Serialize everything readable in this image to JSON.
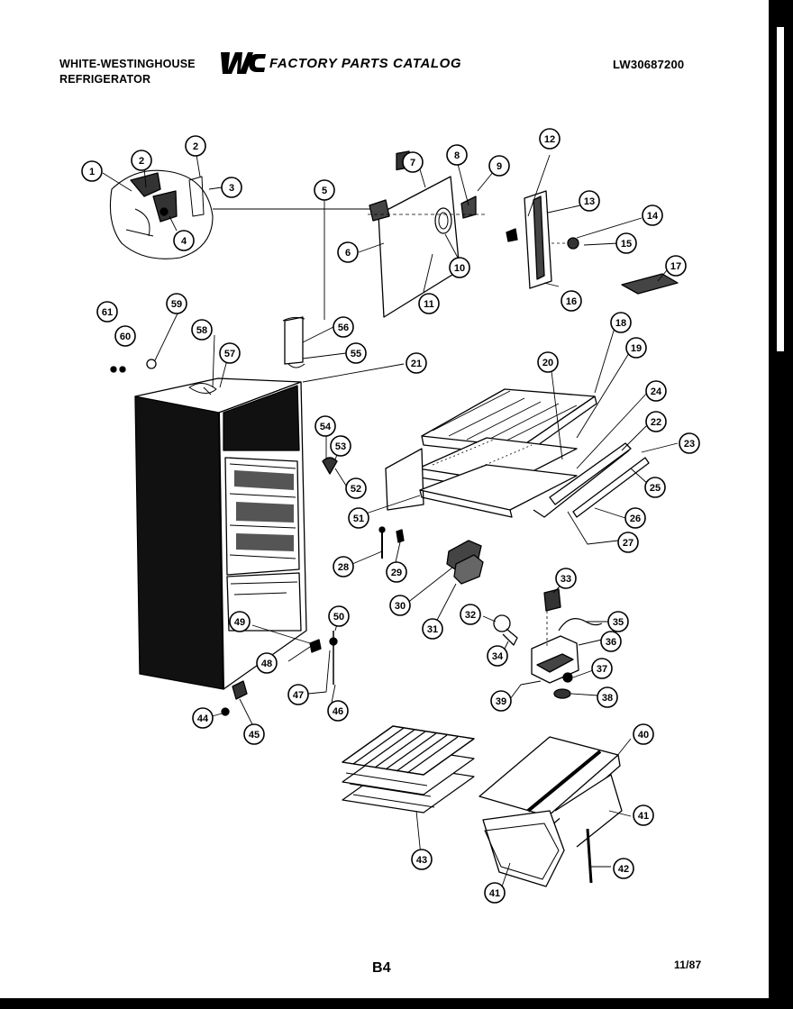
{
  "header": {
    "brand": "WHITE-WESTINGHOUSE",
    "product": "REFRIGERATOR",
    "logo_text": "WCI",
    "catalog_title": "FACTORY PARTS CATALOG",
    "model_number": "LW30687200"
  },
  "footer": {
    "page_code": "B4",
    "date": "11/87"
  },
  "callouts": [
    "1",
    "2",
    "2",
    "3",
    "4",
    "5",
    "6",
    "7",
    "8",
    "9",
    "10",
    "11",
    "12",
    "13",
    "14",
    "15",
    "16",
    "17",
    "18",
    "19",
    "20",
    "21",
    "22",
    "23",
    "24",
    "25",
    "26",
    "27",
    "28",
    "29",
    "30",
    "31",
    "32",
    "33",
    "34",
    "35",
    "36",
    "37",
    "38",
    "39",
    "40",
    "41",
    "41",
    "42",
    "43",
    "44",
    "45",
    "46",
    "47",
    "48",
    "49",
    "50",
    "51",
    "52",
    "53",
    "54",
    "55",
    "56",
    "57",
    "58",
    "59",
    "60",
    "61"
  ]
}
